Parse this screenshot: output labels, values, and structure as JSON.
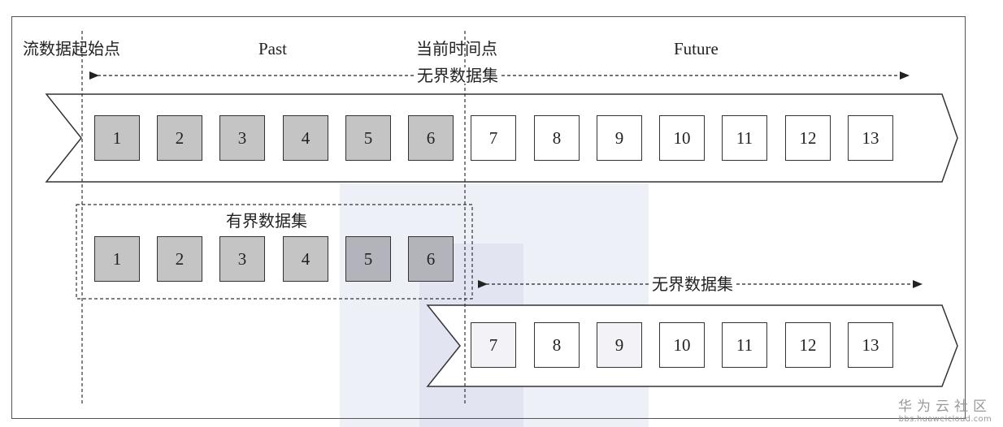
{
  "labels": {
    "stream_start": "流数据起始点",
    "past": "Past",
    "current_time": "当前时间点",
    "future": "Future",
    "unbounded_dataset": "无界数据集",
    "bounded_dataset": "有界数据集"
  },
  "top_stream": {
    "past_items": [
      "1",
      "2",
      "3",
      "4",
      "5",
      "6"
    ],
    "future_items": [
      "7",
      "8",
      "9",
      "10",
      "11",
      "12",
      "13"
    ]
  },
  "bounded_window": {
    "items": [
      "1",
      "2",
      "3",
      "4",
      "5",
      "6"
    ]
  },
  "bottom_stream": {
    "items": [
      "7",
      "8",
      "9",
      "10",
      "11",
      "12",
      "13"
    ]
  },
  "watermark": {
    "title": "华为云社区",
    "url": "bbs.huaweicloud.com"
  },
  "colors": {
    "past_fill": "#c4c4c4",
    "line": "#333333",
    "watermark_band": "#eef0f8"
  }
}
